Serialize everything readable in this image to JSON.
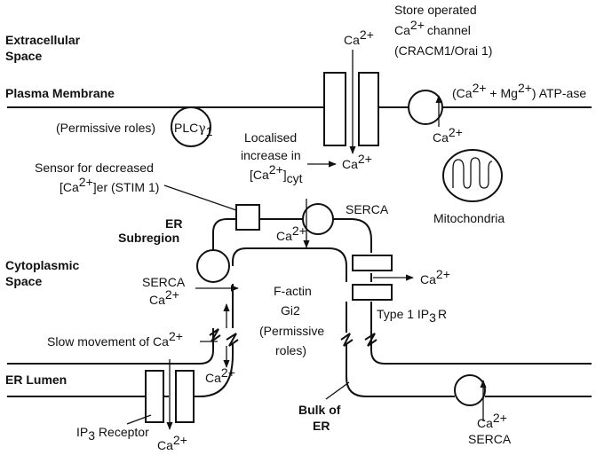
{
  "regions": {
    "extracellular_1": "Extracellular",
    "extracellular_2": "Space",
    "plasma_membrane": "Plasma Membrane",
    "cytoplasmic_1": "Cytoplasmic",
    "cytoplasmic_2": "Space",
    "er_lumen": "ER Lumen"
  },
  "labels": {
    "store_operated_1": "Store operated",
    "store_operated_2": "channel",
    "store_operated_3": "(CRACM1/Orai 1)",
    "atpase_close": ") ATP-ase",
    "permissive_roles": "(Permissive roles)",
    "plc": "PLC",
    "plc_sub": "1",
    "localised_1": "Localised",
    "localised_2": "increase in",
    "localised_cyt": "cyt",
    "sensor_1": "Sensor for decreased",
    "sensor_2": "]er (STIM 1)",
    "serca": "SERCA",
    "mitochondria": "Mitochondria",
    "er_subregion_1": "ER",
    "er_subregion_2": "Subregion",
    "factin": "F-actin",
    "gi2": "Gi2",
    "permissive_1": "(Permissive",
    "permissive_2": "roles)",
    "type1_prefix": "Type 1 IP",
    "type1_sub": "3",
    "type1_suffix": "R",
    "slow_movement": "Slow movement of Ca",
    "ip3_prefix": "IP",
    "ip3_sub": "3",
    "ip3_suffix": " Receptor",
    "bulk_1": "Bulk of",
    "bulk_2": "ER"
  },
  "chem": {
    "ca": "Ca",
    "ca2": "2+",
    "plus_mg": " + Mg",
    "open_paren": "(",
    "open_bracket": "[",
    "close_bracket": "]"
  }
}
